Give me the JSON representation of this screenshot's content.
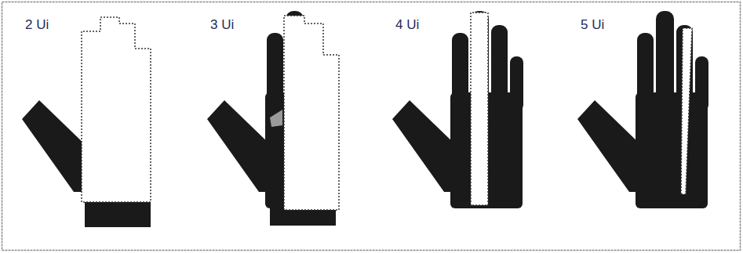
{
  "diagram": {
    "labels": [
      "2 Ui",
      "3 Ui",
      "4 Ui",
      "5 Ui"
    ]
  }
}
